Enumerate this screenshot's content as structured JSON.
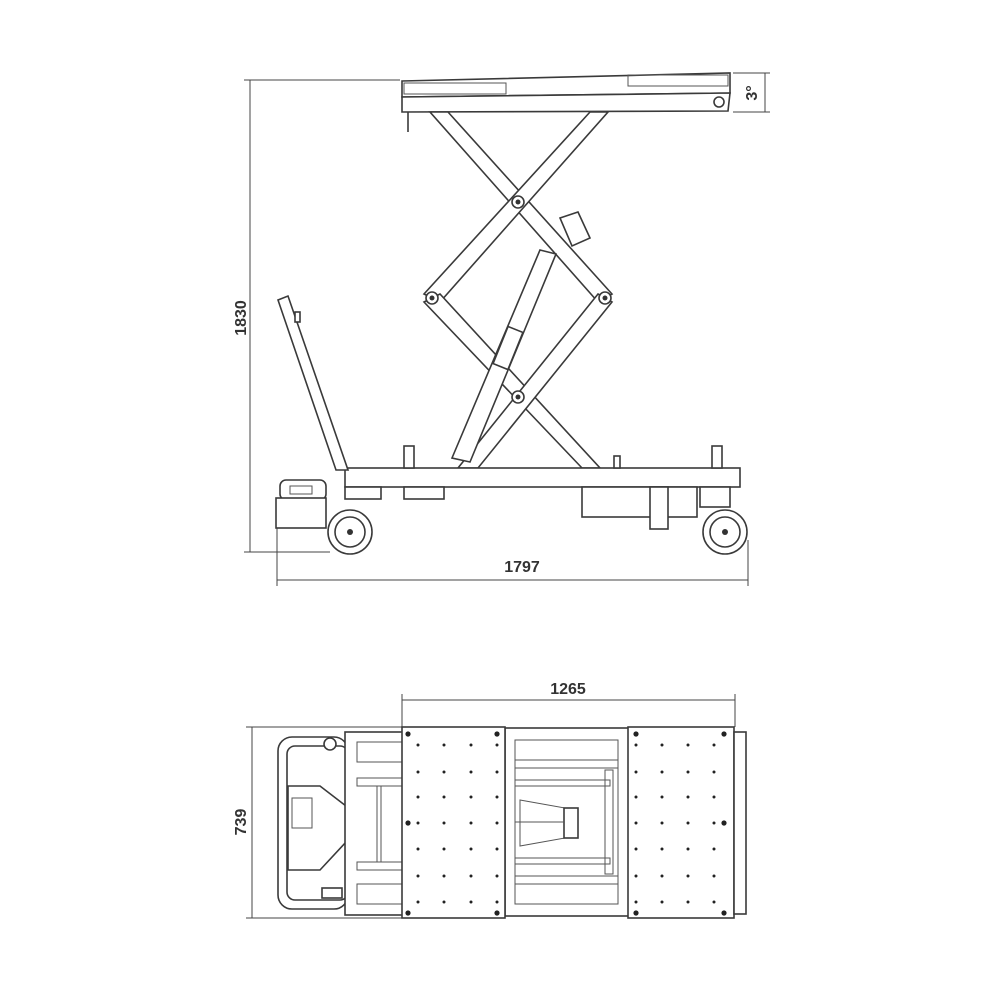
{
  "side_view": {
    "height_label": "1830",
    "length_label": "1797",
    "tilt_label": "3°"
  },
  "top_view": {
    "platform_length_label": "1265",
    "width_label": "739"
  }
}
